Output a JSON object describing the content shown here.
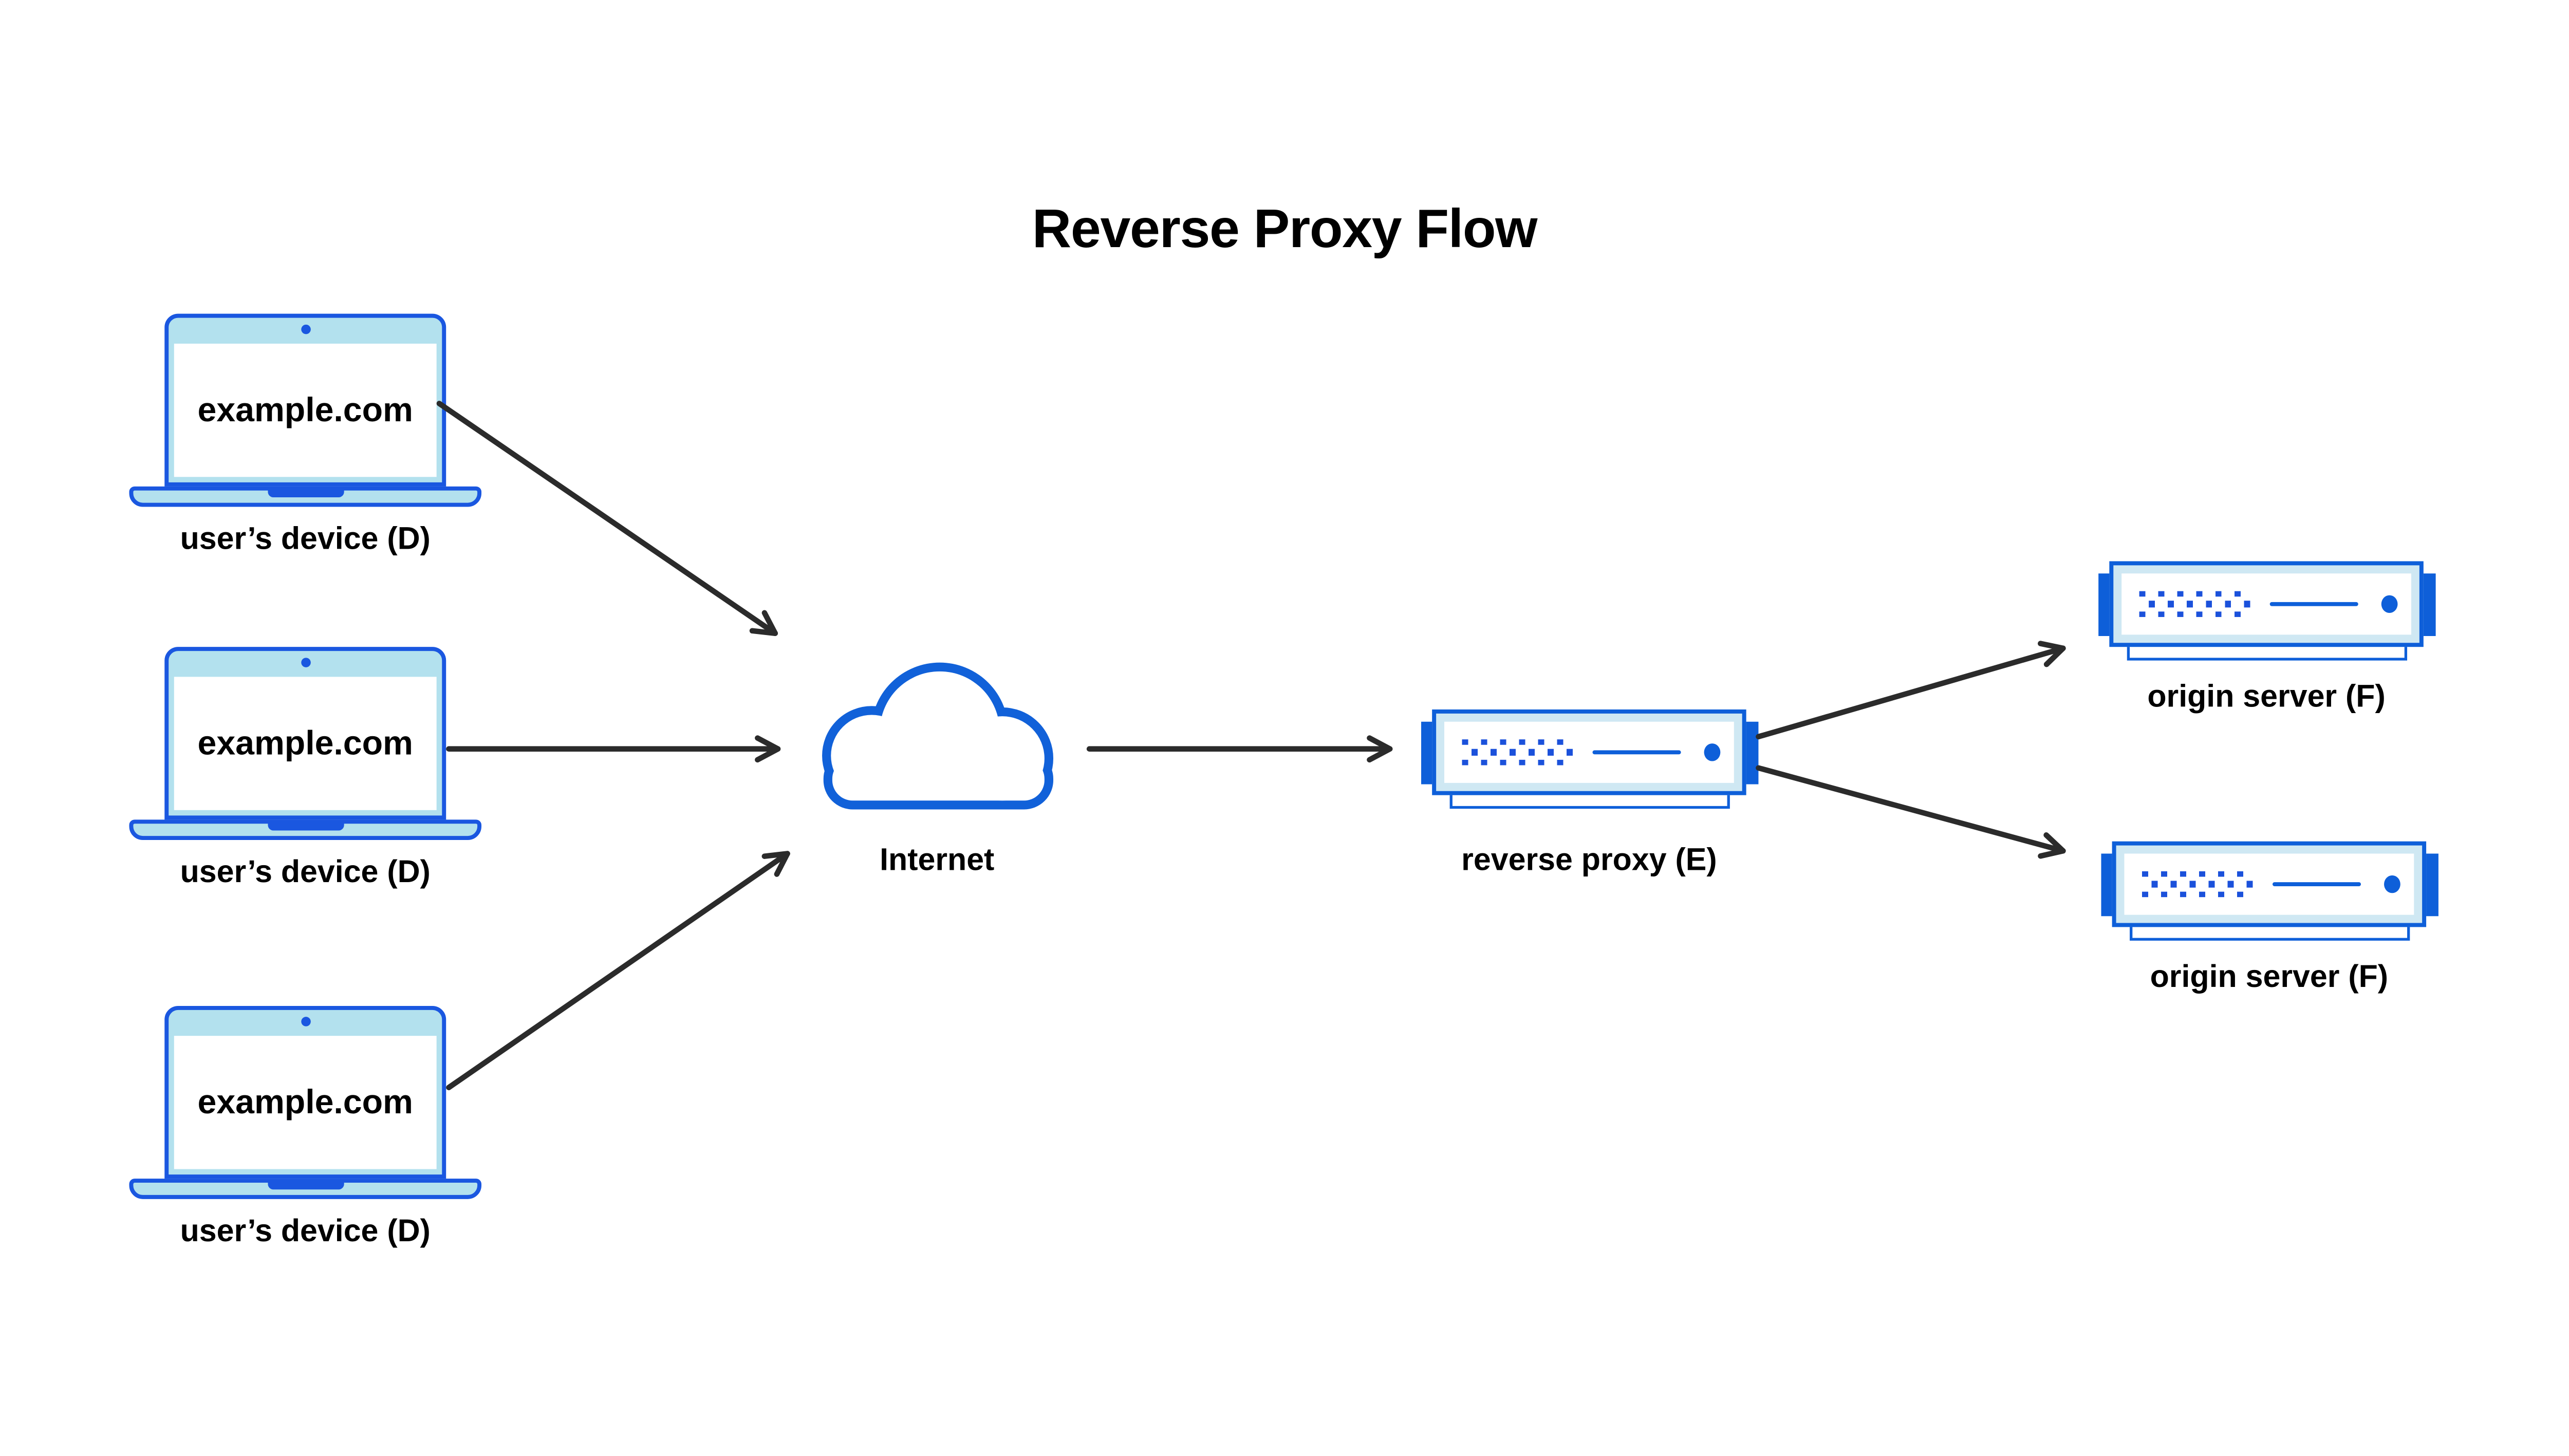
{
  "title": "Reverse Proxy Flow",
  "nodes": {
    "devices": [
      {
        "screen_text": "example.com",
        "label": "user’s device (D)"
      },
      {
        "screen_text": "example.com",
        "label": "user’s device (D)"
      },
      {
        "screen_text": "example.com",
        "label": "user’s device (D)"
      }
    ],
    "internet": {
      "label": "Internet"
    },
    "reverse_proxy": {
      "label": "reverse proxy (E)"
    },
    "origin_servers": [
      {
        "label": "origin server (F)"
      },
      {
        "label": "origin server (F)"
      }
    ]
  },
  "edges": [
    {
      "from": "user’s device (D) top",
      "to": "Internet"
    },
    {
      "from": "user’s device (D) middle",
      "to": "Internet"
    },
    {
      "from": "user’s device (D) bottom",
      "to": "Internet"
    },
    {
      "from": "Internet",
      "to": "reverse proxy (E)"
    },
    {
      "from": "reverse proxy (E)",
      "to": "origin server (F) top"
    },
    {
      "from": "reverse proxy (E)",
      "to": "origin server (F) bottom"
    }
  ],
  "colors": {
    "background": "#ffffff",
    "title_text": "#000000",
    "label_text": "#000000",
    "arrow": "#2b2b2b",
    "device_outline": "#1a57e0",
    "device_bezel": "#b3e1ee",
    "server_outline": "#0e5fd9",
    "server_bezel": "#cfe8f3",
    "server_dots": "#1b51db",
    "cloud_outline": "#1161d9"
  }
}
